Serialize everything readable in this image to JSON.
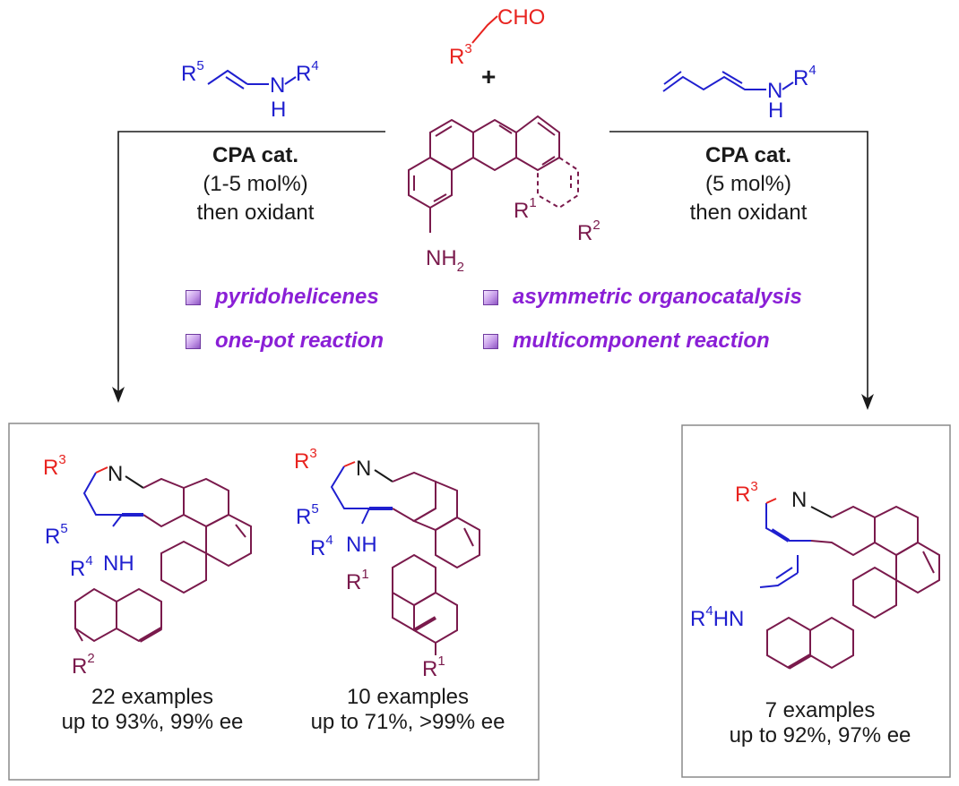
{
  "reagents": {
    "aldehyde": {
      "r": "R",
      "r_sup": "3",
      "group": "CHO"
    },
    "plus": "+",
    "left_enamine": {
      "r5": "R",
      "r5_sup": "5",
      "n": "N",
      "h": "H",
      "r4": "R",
      "r4_sup": "4"
    },
    "right_dienamine": {
      "n": "N",
      "h": "H",
      "r4": "R",
      "r4_sup": "4"
    },
    "aminohelicene": {
      "nh2": "NH",
      "nh2_sub": "2",
      "r1": "R",
      "r1_sup": "1",
      "r2": "R",
      "r2_sup": "2"
    }
  },
  "conditions": {
    "left": {
      "catalyst": "CPA cat.",
      "loading": "(1-5 mol%)",
      "then": "then oxidant"
    },
    "right": {
      "catalyst": "CPA cat.",
      "loading": "(5 mol%)",
      "then": "then oxidant"
    }
  },
  "features": [
    "pyridohelicenes",
    "asymmetric organocatalysis",
    "one-pot reaction",
    "multicomponent reaction"
  ],
  "products": [
    {
      "examples": "22 examples",
      "yield": "up to 93%, 99% ee",
      "labels": {
        "r3": "R",
        "r3_sup": "3",
        "n": "N",
        "r5": "R",
        "r5_sup": "5",
        "nh": "NH",
        "r4": "R",
        "r4_sup": "4",
        "r2": "R",
        "r2_sup": "2"
      }
    },
    {
      "examples": "10 examples",
      "yield": "up to 71%, >99% ee",
      "labels": {
        "r3": "R",
        "r3_sup": "3",
        "n": "N",
        "r5": "R",
        "r5_sup": "5",
        "nh": "NH",
        "r4": "R",
        "r4_sup": "4",
        "r1a": "R",
        "r1a_sup": "1",
        "r1b": "R",
        "r1b_sup": "1"
      }
    },
    {
      "examples": "7 examples",
      "yield": "up to 92%, 97% ee",
      "labels": {
        "r3": "R",
        "r3_sup": "3",
        "n": "N",
        "r4": "R",
        "r4_sup": "4",
        "hn": "HN"
      }
    }
  ],
  "colors": {
    "red": "#e8231f",
    "blue": "#1f1fcf",
    "maroon": "#7a1a4c",
    "purple": "#8a1fd6",
    "black": "#1a1a1a",
    "box_border": "#8a8a8a"
  }
}
